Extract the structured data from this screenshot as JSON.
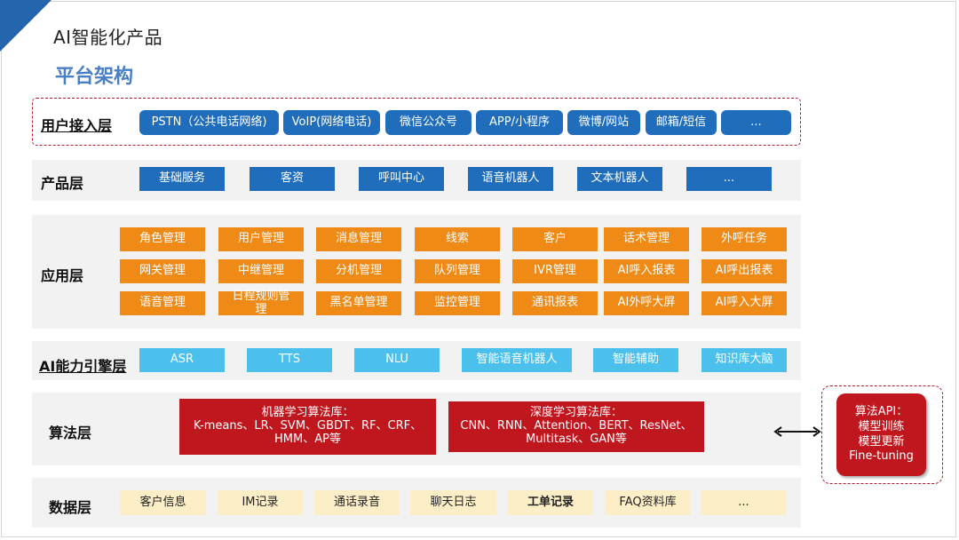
{
  "header": {
    "title": "AI智能化产品",
    "subtitle": "平台架构"
  },
  "layers": {
    "user": {
      "label": "用户接入层",
      "items": [
        "PSTN（公共电话网络)",
        "VoIP(网络电话)",
        "微信公众号",
        "APP/小程序",
        "微博/网站",
        "邮箱/短信",
        "..."
      ]
    },
    "product": {
      "label": "产品层",
      "items": [
        "基础服务",
        "客资",
        "呼叫中心",
        "语音机器人",
        "文本机器人",
        "..."
      ]
    },
    "app": {
      "label": "应用层",
      "rows": [
        [
          "角色管理",
          "用户管理",
          "消息管理",
          "线索",
          "客户",
          "话术管理",
          "外呼任务"
        ],
        [
          "网关管理",
          "中继管理",
          "分机管理",
          "队列管理",
          "IVR管理",
          "AI呼入报表",
          "AI呼出报表"
        ],
        [
          "语音管理",
          "日程规则管理",
          "黑名单管理",
          "监控管理",
          "通讯报表",
          "AI外呼大屏",
          "AI呼入大屏"
        ]
      ]
    },
    "ai": {
      "label": "AI能力引擎层",
      "items": [
        "ASR",
        "TTS",
        "NLU",
        "智能语音机器人",
        "智能辅助",
        "知识库大脑"
      ]
    },
    "algo": {
      "label": "算法层",
      "ml": [
        "机器学习算法库：",
        "K-means、LR、SVM、GBDT、RF、CRF、",
        "HMM、AP等"
      ],
      "dl": [
        "深度学习算法库：",
        "CNN、RNN、Attention、BERT、ResNet、",
        "Multitask、GAN等"
      ]
    },
    "data": {
      "label": "数据层",
      "items": [
        "客户信息",
        "IM记录",
        "通话录音",
        "聊天日志",
        "工单记录",
        "FAQ资料库",
        "..."
      ]
    }
  },
  "api": {
    "lines": [
      "算法API：",
      "模型训练",
      "模型更新",
      "Fine-tuning"
    ]
  },
  "colors": {
    "blue": "#1f6dbb",
    "orange": "#ef8a16",
    "cyan": "#4cc0ec",
    "red": "#c0161d",
    "cream": "#fcefc8",
    "title_blue": "#4a7fc4"
  }
}
